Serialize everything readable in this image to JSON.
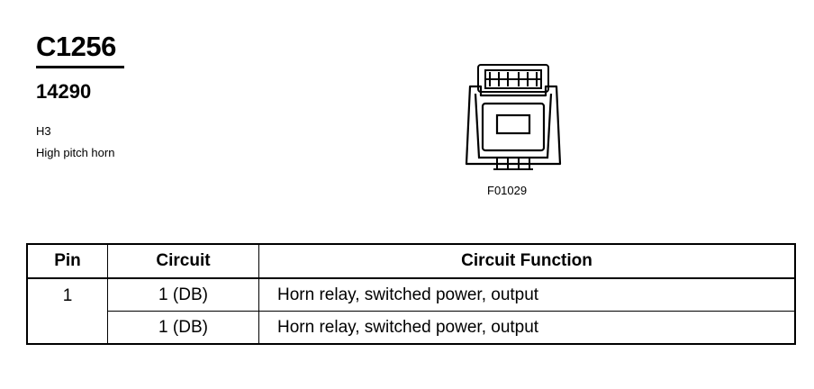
{
  "header": {
    "connector_id": "C1256",
    "part_number": "14290",
    "location_code": "H3",
    "component": "High pitch horn"
  },
  "figure": {
    "reference": "F01029"
  },
  "pin_table": {
    "columns": [
      "Pin",
      "Circuit",
      "Circuit Function"
    ],
    "rows": [
      {
        "pin": "1",
        "circuit": "1 (DB)",
        "function": "Horn relay, switched power, output"
      },
      {
        "pin": "",
        "circuit": "1 (DB)",
        "function": "Horn relay, switched power, output"
      }
    ]
  }
}
